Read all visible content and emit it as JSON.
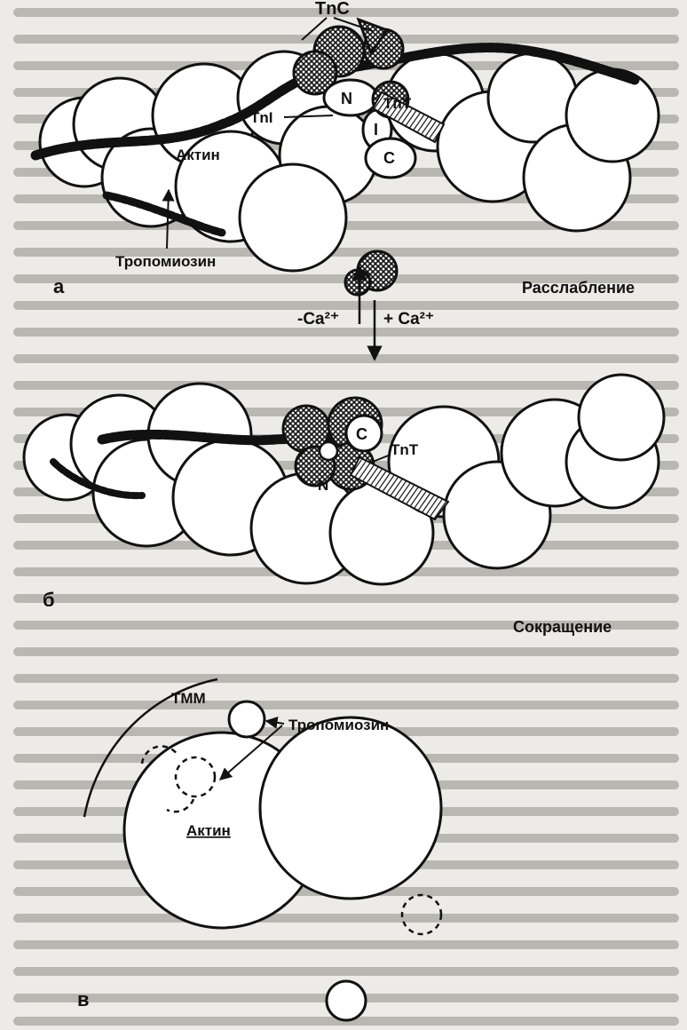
{
  "panels": {
    "a": {
      "letter": "а",
      "state": "Расслабление",
      "labels": {
        "tnc": "TnC",
        "tni": "TnI",
        "tnt": "TnT",
        "n": "N",
        "i": "I",
        "c": "C",
        "actin": "Актин",
        "tropomyosin": "Тропомиозин"
      }
    },
    "transition": {
      "remove": "-Ca²⁺",
      "add": "+ Ca²⁺"
    },
    "b": {
      "letter": "б",
      "state": "Сокращение",
      "labels": {
        "c": "C",
        "n": "N",
        "tnt": "TnT"
      }
    },
    "v": {
      "letter": "в",
      "labels": {
        "tmm": "ТММ",
        "tropomyosin": "Тропомиозин",
        "actin": "Актин"
      }
    }
  },
  "colors": {
    "ink": "#111111",
    "paper": "#ecebe8",
    "circle_fill": "#ffffff"
  }
}
